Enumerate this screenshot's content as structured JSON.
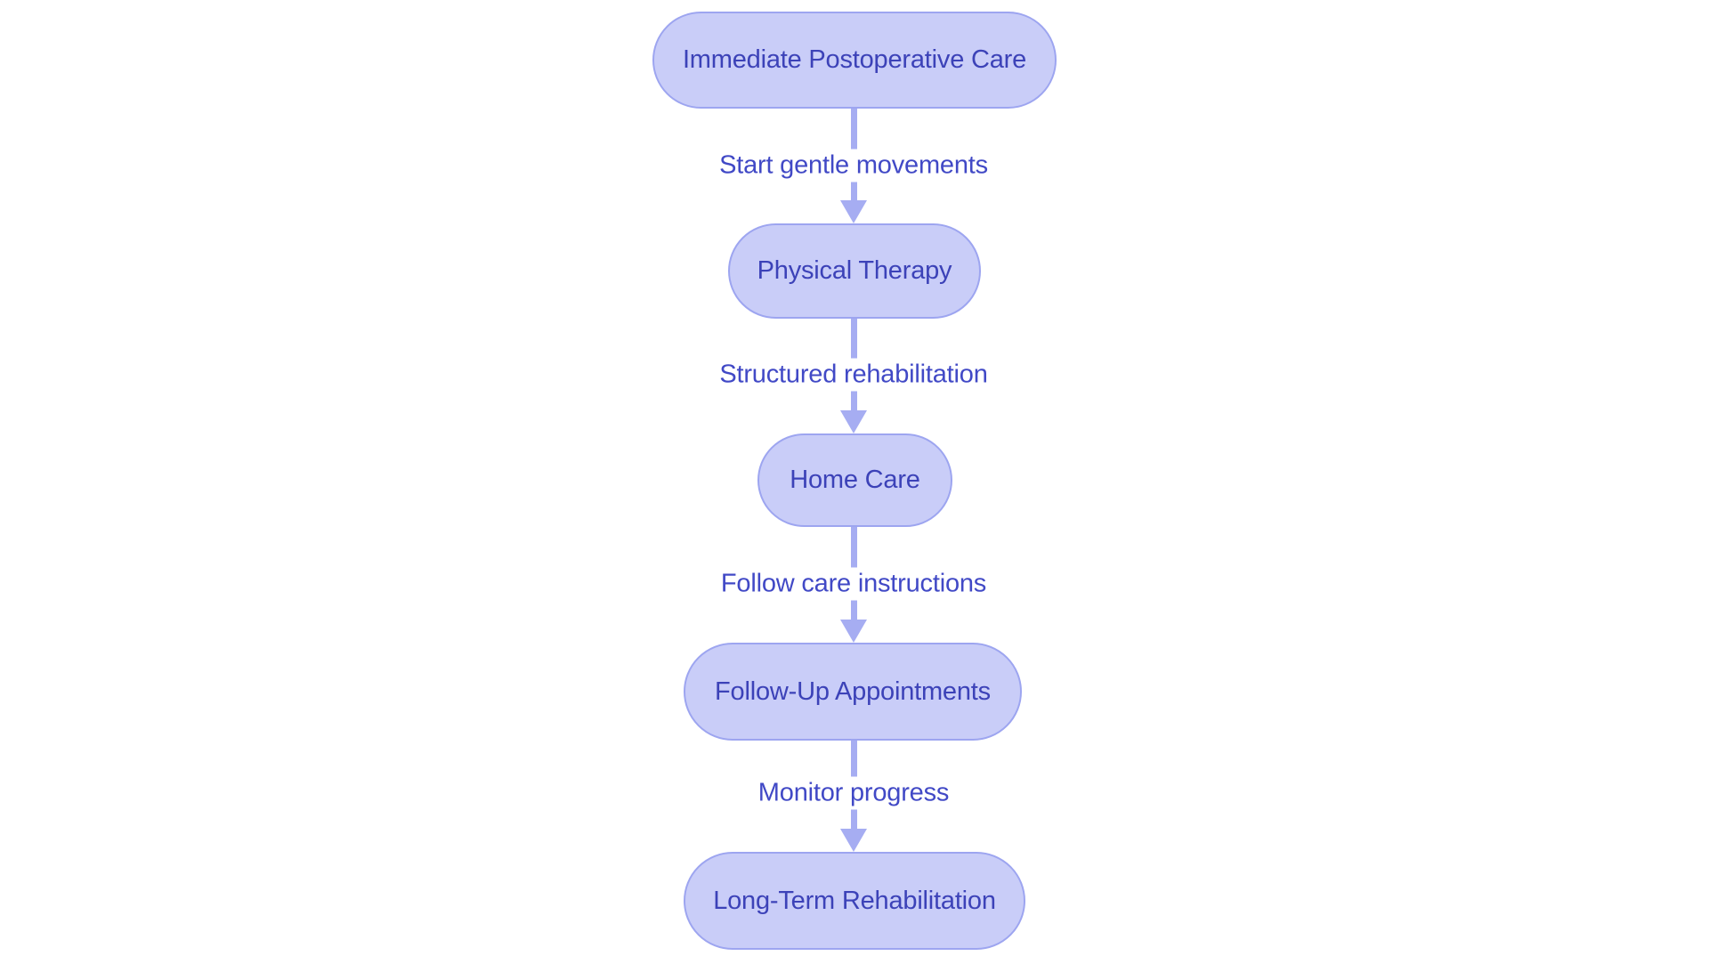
{
  "flowchart": {
    "type": "vertical-flowchart",
    "direction": "top-down",
    "nodes": [
      {
        "id": "n1",
        "label": "Immediate Postoperative Care"
      },
      {
        "id": "n2",
        "label": "Physical Therapy"
      },
      {
        "id": "n3",
        "label": "Home Care"
      },
      {
        "id": "n4",
        "label": "Follow-Up Appointments"
      },
      {
        "id": "n5",
        "label": "Long-Term Rehabilitation"
      }
    ],
    "edges": [
      {
        "from": "n1",
        "to": "n2",
        "label": "Start gentle movements"
      },
      {
        "from": "n2",
        "to": "n3",
        "label": "Structured rehabilitation"
      },
      {
        "from": "n3",
        "to": "n4",
        "label": "Follow care instructions"
      },
      {
        "from": "n4",
        "to": "n5",
        "label": "Monitor progress"
      }
    ],
    "colors": {
      "node_fill": "#c9cdf8",
      "node_border": "#9da5f0",
      "arrow": "#a6adf2",
      "node_text": "#3c42b8",
      "edge_label_text": "#4149c6",
      "background": "#ffffff"
    }
  }
}
